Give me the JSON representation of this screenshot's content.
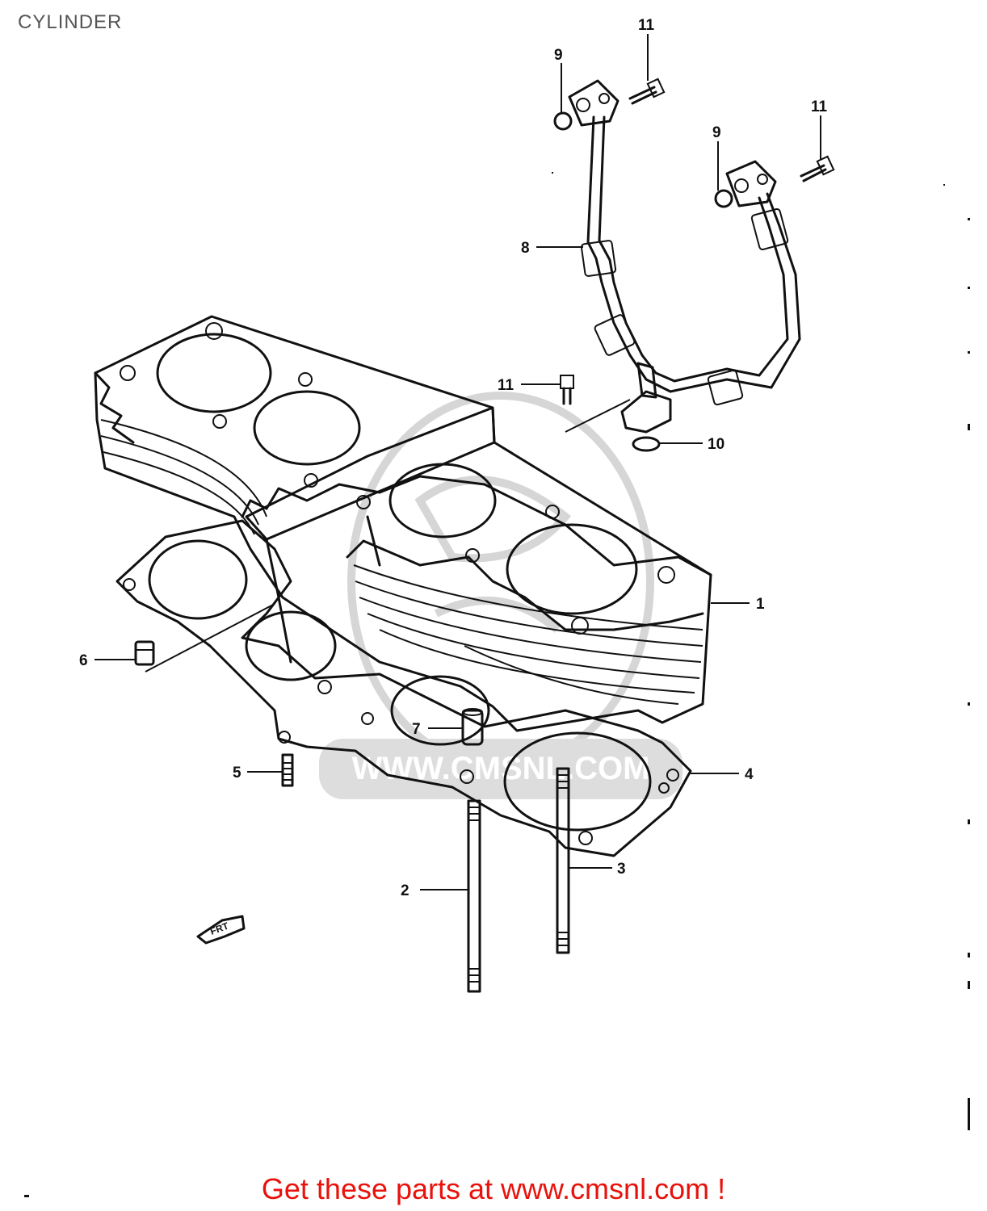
{
  "header": {
    "title": "CYLINDER"
  },
  "diagram": {
    "callouts": [
      {
        "id": "1",
        "label": "1"
      },
      {
        "id": "2",
        "label": "2"
      },
      {
        "id": "3",
        "label": "3"
      },
      {
        "id": "4",
        "label": "4"
      },
      {
        "id": "5",
        "label": "5"
      },
      {
        "id": "6",
        "label": "6"
      },
      {
        "id": "7",
        "label": "7"
      },
      {
        "id": "8",
        "label": "8"
      },
      {
        "id": "9a",
        "label": "9"
      },
      {
        "id": "9b",
        "label": "9"
      },
      {
        "id": "10",
        "label": "10"
      },
      {
        "id": "11a",
        "label": "11"
      },
      {
        "id": "11b",
        "label": "11"
      },
      {
        "id": "11c",
        "label": "11"
      }
    ],
    "watermark": "WWW.CMSNL.COM",
    "front_arrow": "FRT"
  },
  "footer": {
    "promo": "Get these parts at www.cmsnl.com !"
  },
  "colors": {
    "promo": "#e8120c",
    "title": "#555555",
    "line": "#111111"
  }
}
